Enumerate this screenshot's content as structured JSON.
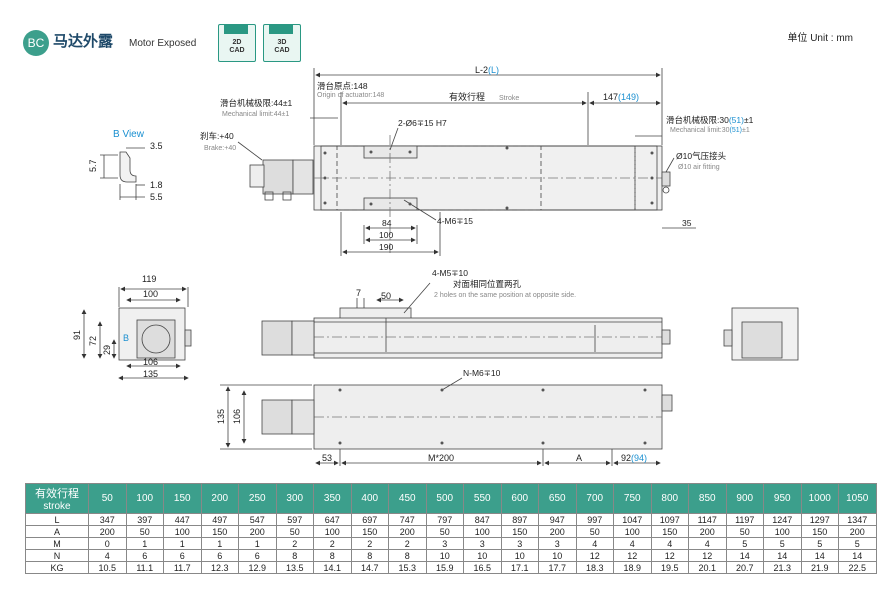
{
  "header": {
    "badge": "BC",
    "title_cn": "马达外露",
    "title_en": "Motor Exposed",
    "cad2d": [
      "2D",
      "CAD"
    ],
    "cad3d": [
      "3D",
      "CAD"
    ],
    "unit": "单位 Unit : mm"
  },
  "top_view": {
    "L_dim": [
      "L-2",
      "(L)"
    ],
    "origin_cn": "滑台原点:148",
    "origin_en": "Origin of actuator:148",
    "stroke_cn": "有效行程",
    "stroke_en": "Stroke",
    "dim147": [
      "147",
      "(149)"
    ],
    "mech_left_cn": "滑台机械极限:44±1",
    "mech_left_en": "Mechanical limit:44±1",
    "mech_right_cn": [
      "滑台机械极限:30",
      "(51)",
      "±1"
    ],
    "mech_right_en": [
      "Mechanical limit:30",
      "(51)",
      "±1"
    ],
    "pin_hole": "2-Ø6∓15 H7",
    "brake_cn": "刹车:+40",
    "brake_en": "Brake:+40",
    "air_cn": "Ø10气压接头",
    "air_en": "Ø10 air fitting",
    "m6": "4-M6∓15",
    "d84": "84",
    "d100": "100",
    "d190": "190",
    "d35": "35"
  },
  "b_view": {
    "title": "B View",
    "d35": "3.5",
    "d57": "5.7",
    "d18": "1.8",
    "d55": "5.5"
  },
  "side_view": {
    "m5": "4-M5∓10",
    "note_cn": "对面相同位置两孔",
    "note_en": "2 holes on the same position at opposite side.",
    "d7": "7",
    "d50": "50"
  },
  "end_view": {
    "d119": "119",
    "d100": "100",
    "d91": "91",
    "d72": "72",
    "d29": "29",
    "b": "B",
    "d106": "106",
    "d135": "135"
  },
  "bottom_view": {
    "nm6": "N-M6∓10",
    "d135": "135",
    "d106": "106",
    "d53": "53",
    "m200": "M*200",
    "A": "A",
    "d92": [
      "92",
      "(94)"
    ]
  },
  "table": {
    "head_cn": "有效行程",
    "head_en": "stroke",
    "strokes": [
      "50",
      "100",
      "150",
      "200",
      "250",
      "300",
      "350",
      "400",
      "450",
      "500",
      "550",
      "600",
      "650",
      "700",
      "750",
      "800",
      "850",
      "900",
      "950",
      "1000",
      "1050"
    ],
    "rows": [
      {
        "label": "L",
        "values": [
          "347",
          "397",
          "447",
          "497",
          "547",
          "597",
          "647",
          "697",
          "747",
          "797",
          "847",
          "897",
          "947",
          "997",
          "1047",
          "1097",
          "1147",
          "1197",
          "1247",
          "1297",
          "1347"
        ]
      },
      {
        "label": "A",
        "values": [
          "200",
          "50",
          "100",
          "150",
          "200",
          "50",
          "100",
          "150",
          "200",
          "50",
          "100",
          "150",
          "200",
          "50",
          "100",
          "150",
          "200",
          "50",
          "100",
          "150",
          "200"
        ]
      },
      {
        "label": "M",
        "values": [
          "0",
          "1",
          "1",
          "1",
          "1",
          "2",
          "2",
          "2",
          "2",
          "3",
          "3",
          "3",
          "3",
          "4",
          "4",
          "4",
          "4",
          "5",
          "5",
          "5",
          "5"
        ]
      },
      {
        "label": "N",
        "values": [
          "4",
          "6",
          "6",
          "6",
          "6",
          "8",
          "8",
          "8",
          "8",
          "10",
          "10",
          "10",
          "10",
          "12",
          "12",
          "12",
          "12",
          "14",
          "14",
          "14",
          "14"
        ]
      },
      {
        "label": "KG",
        "values": [
          "10.5",
          "11.1",
          "11.7",
          "12.3",
          "12.9",
          "13.5",
          "14.1",
          "14.7",
          "15.3",
          "15.9",
          "16.5",
          "17.1",
          "17.7",
          "18.3",
          "18.9",
          "19.5",
          "20.1",
          "20.7",
          "21.3",
          "21.9",
          "22.5"
        ]
      }
    ]
  },
  "colors": {
    "accent": "#3c9f8c",
    "blue": "#1a8fd0",
    "border": "#2a9883"
  }
}
